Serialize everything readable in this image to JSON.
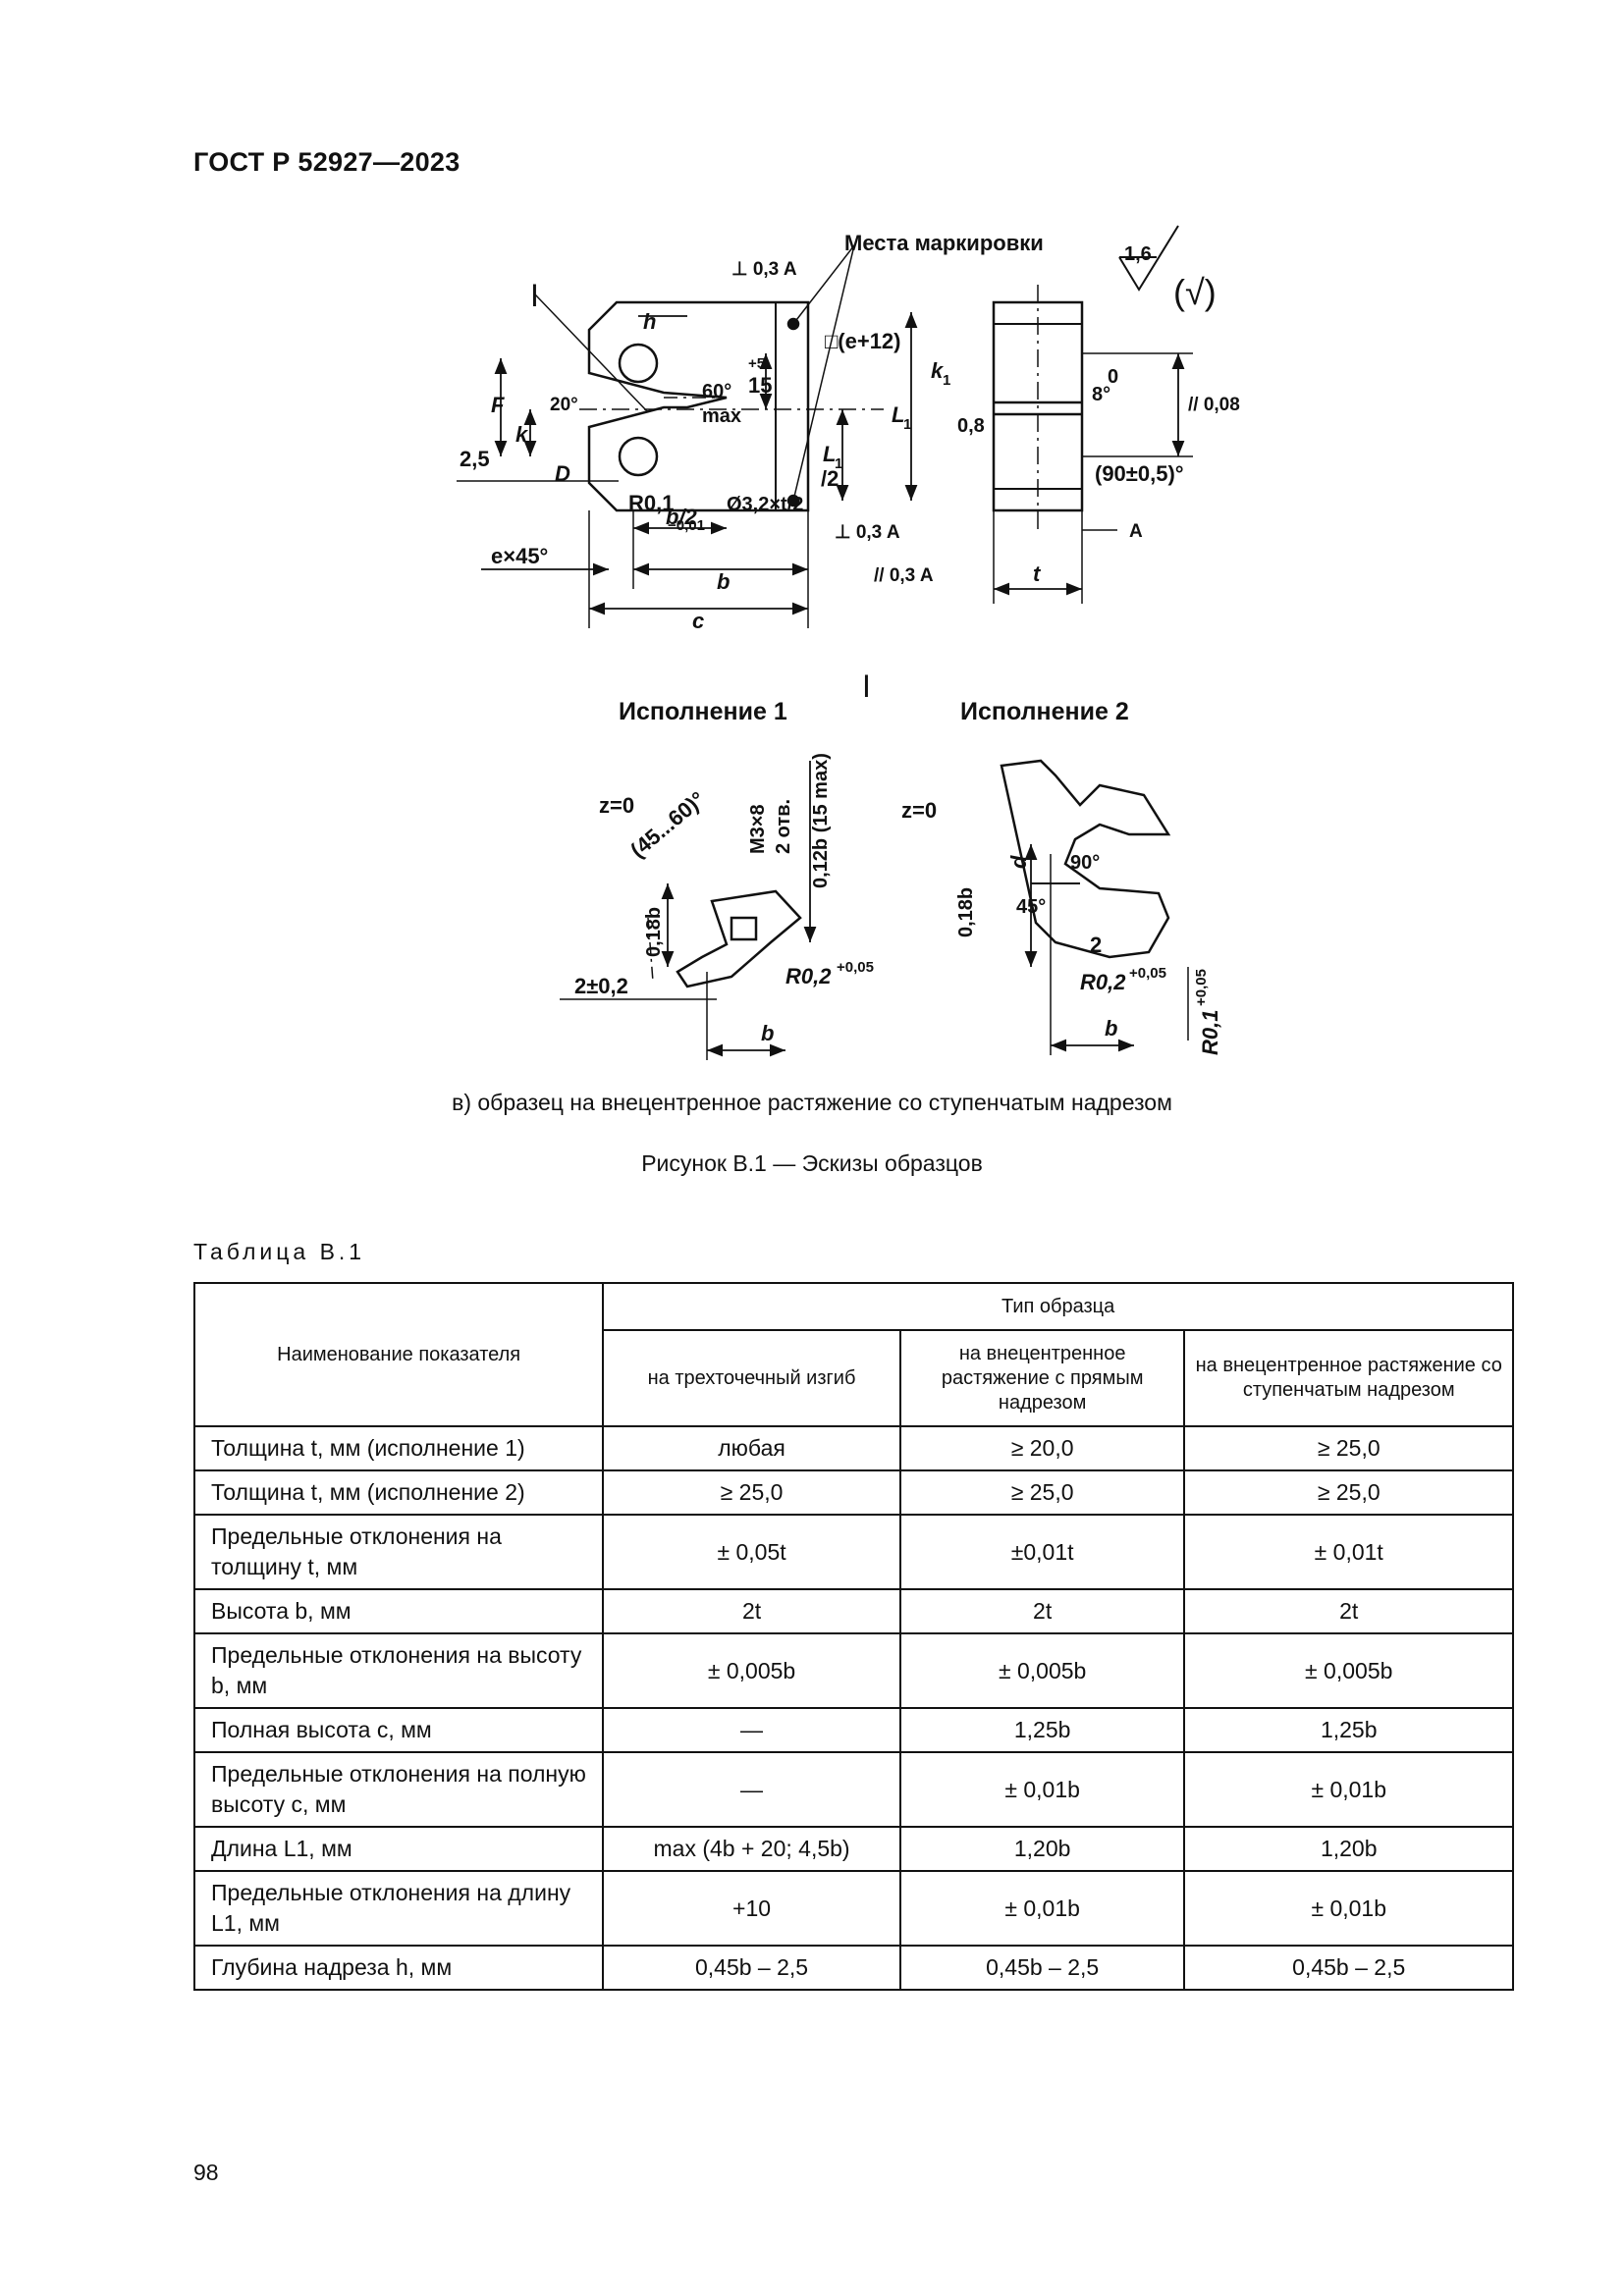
{
  "header": {
    "doc_id": "ГОСТ Р 52927—2023"
  },
  "figure": {
    "labels": {
      "marking": "Места маркировки",
      "detail_mark": "I",
      "detail_title": "I",
      "roughness": "1,6",
      "roughness_check": "(√)",
      "perp_top": "⊥ 0,3 A",
      "perp_bottom": "⊥ 0,3 A",
      "parallel_side": "// 0,08",
      "parallel_bottom": "// 0,3 A",
      "datum": "A",
      "h": "h",
      "F": "F",
      "k": "k",
      "angle20": "20°",
      "dim25": "2,5",
      "D": "D",
      "R01": "R0,1",
      "R01_tol": "−0,01",
      "angle60": "60°",
      "max": "max",
      "dim15": "15",
      "dim15_tol": "+5",
      "e12": "□(e+12)",
      "L1": "L",
      "L1_sub": "1",
      "L1_half": "L",
      "L1_half_sub": "1",
      "L1_half_rest": "/2",
      "d32": "Ø3,2×t/2",
      "b_half": "b/2",
      "e45": "e×45°",
      "b": "b",
      "c": "c",
      "k1": "k",
      "k1_sub": "1",
      "dim08": "0,8",
      "angle8": "8°",
      "zero": "0",
      "angle90": "(90±0,5)°",
      "t": "t"
    },
    "variant1": {
      "title": "Исполнение 1",
      "z0": "z=0",
      "angle": "(45...60)°",
      "m3": "M3×8",
      "holes": "2 отв.",
      "dim012": "0,12b (15 max)",
      "dim018": "0,18b",
      "R02": "R0,2",
      "R02_tol": "+0,05",
      "dim2": "2±0,2",
      "b": "b"
    },
    "variant2": {
      "title": "Исполнение 2",
      "z0": "z=0",
      "d": "d",
      "angle90": "90°",
      "angle45": "45°",
      "dim018": "0,18b",
      "dim2": "2",
      "R02": "R0,2",
      "R02_tol": "+0,05",
      "R01": "R0,1",
      "R01_tol": "+0,05",
      "b": "b"
    }
  },
  "captions": {
    "subfigure": "в) образец на внецентренное растяжение со ступенчатым надрезом",
    "figure": "Рисунок В.1 — Эскизы образцов"
  },
  "table": {
    "title": "Таблица В.1",
    "header_param": "Наименование показателя",
    "header_group": "Тип образца",
    "columns": [
      "на трехточечный изгиб",
      "на внецентренное растяжение с прямым надрезом",
      "на внецентренное растяжение со ступенчатым надрезом"
    ],
    "rows": [
      {
        "name": "Толщина t, мм (исполнение 1)",
        "values": [
          "любая",
          "≥ 20,0",
          "≥ 25,0"
        ]
      },
      {
        "name": "Толщина t, мм (исполнение 2)",
        "values": [
          "≥ 25,0",
          "≥ 25,0",
          "≥ 25,0"
        ]
      },
      {
        "name": "Предельные отклонения на толщину t, мм",
        "values": [
          "± 0,05t",
          "±0,01t",
          "± 0,01t"
        ]
      },
      {
        "name": "Высота b, мм",
        "values": [
          "2t",
          "2t",
          "2t"
        ]
      },
      {
        "name": "Предельные отклонения на высоту b, мм",
        "values": [
          "± 0,005b",
          "± 0,005b",
          "± 0,005b"
        ]
      },
      {
        "name": "Полная высота c, мм",
        "values": [
          "—",
          "1,25b",
          "1,25b"
        ]
      },
      {
        "name": "Предельные отклонения на полную высоту c, мм",
        "values": [
          "—",
          "± 0,01b",
          "± 0,01b"
        ]
      },
      {
        "name": "Длина L1, мм",
        "values": [
          "max (4b + 20; 4,5b)",
          "1,20b",
          "1,20b"
        ]
      },
      {
        "name": "Предельные отклонения на длину L1, мм",
        "values": [
          "+10",
          "± 0,01b",
          "± 0,01b"
        ]
      },
      {
        "name": "Глубина надреза h, мм",
        "values": [
          "0,45b – 2,5",
          "0,45b – 2,5",
          "0,45b – 2,5"
        ]
      }
    ]
  },
  "page_number": "98"
}
